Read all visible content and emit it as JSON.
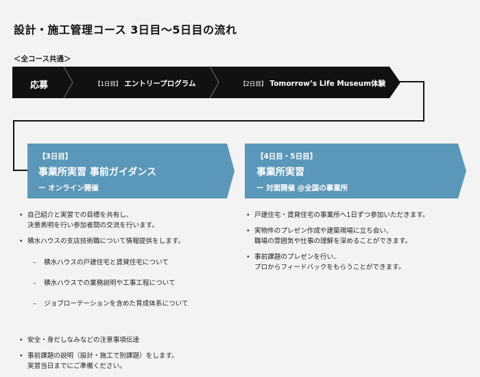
{
  "title": "設計・施工管理コース 3日目〜5日目の流れ",
  "common_label": "＜全コース共通＞",
  "top_bar": {
    "apply": "応募",
    "step1": {
      "day": "【1日目】",
      "name": "エントリープログラム"
    },
    "step2": {
      "day": "【2日目】",
      "name": "Tomorrow’s Life Museum体験"
    }
  },
  "boxes": [
    {
      "day": "【3日目】",
      "title": "事業所実習 事前ガイダンス",
      "subtitle": "ー オンライン開催"
    },
    {
      "day": "【4日目・5日目】",
      "title": "事業所実習",
      "subtitle": "ー 対面開催 @全国の事業所"
    }
  ],
  "left_items": [
    {
      "text": "自己紹介と実習での目標を共有し、\n決意表明を行い参加者間の交流を行います。",
      "sub": []
    },
    {
      "text": "積水ハウスの支店技術職について情報提供をします。",
      "sub": [
        "積水ハウスの戸建住宅と賃貸住宅について",
        "積水ハウスでの業務説明や工事工程について",
        "ジョブローテーションを含めた育成体系について"
      ]
    },
    {
      "text": "安全・身だしなみなどの注意事項伝達",
      "sub": []
    },
    {
      "text": "事前課題の説明（設計・施工で別課題）をします。\n実習当日までにご準備ください。",
      "sub": []
    }
  ],
  "right_items": [
    {
      "text": "戸建住宅・賃貸住宅の事業所へ1日ずつ参加いただきます。"
    },
    {
      "text": "実物件のプレゼン作成や建築現場に立ち会い、\n職場の雰囲気や仕事の理解を深めることができます。"
    },
    {
      "text": "事前課題のプレゼンを行い、\nプロからフィードバックをもらうことができます。"
    }
  ],
  "colors": {
    "background": "#f3f3f3",
    "bar": "#111111",
    "bar_divider": "#555555",
    "box": "#5b97b9",
    "connector": "#111111"
  }
}
